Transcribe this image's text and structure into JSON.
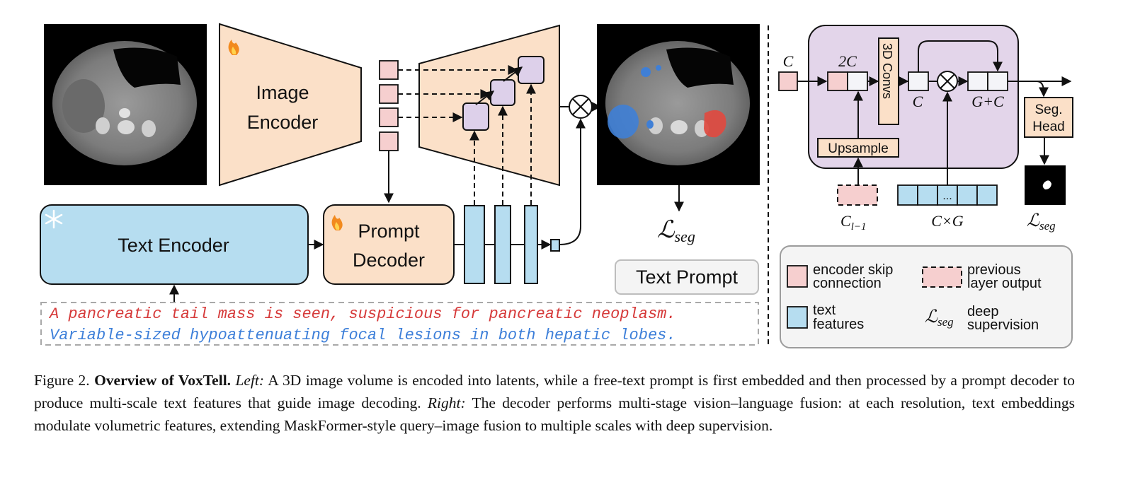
{
  "colors": {
    "encoder_fill": "#fbe0c8",
    "text_feature_fill": "#b6ddf0",
    "skip_fill": "#f6cfcf",
    "fusion_fill": "#e3d5ea",
    "decoder_block_fill": "#ddd0ea",
    "prompt_red": "#d63a3a",
    "prompt_blue": "#3d7fd9",
    "mask_blue": "#3f7fd6",
    "mask_red": "#e04a40"
  },
  "left": {
    "image_encoder_label": [
      "Image",
      "Encoder"
    ],
    "text_encoder_label": "Text Encoder",
    "prompt_decoder_label": [
      "Prompt",
      "Decoder"
    ],
    "loss_label": "ℒseg",
    "text_prompt_label": "Text Prompt",
    "prompt_lines": [
      "A pancreatic tail mass is seen, suspicious for pancreatic neoplasm.",
      "Variable-sized hypoattenuating focal lesions in both hepatic lobes."
    ],
    "icons": {
      "trainable": "fire-icon",
      "frozen": "snowflake-icon",
      "fusion": "multiply-icon"
    }
  },
  "right": {
    "c_label": "C",
    "two_c_label": "2C",
    "conv_label": "3D Convs",
    "c_after_conv": "C",
    "g_plus_c": "G+C",
    "upsample_label": "Upsample",
    "seg_head_label": [
      "Seg.",
      "Head"
    ],
    "c_prev_label": "Cl−1",
    "c_times_g": "C×G",
    "dots": "...",
    "loss_label": "ℒseg"
  },
  "legend": {
    "skip": [
      "encoder skip",
      "connection"
    ],
    "prev": [
      "previous",
      "layer output"
    ],
    "text": [
      "text",
      "features"
    ],
    "deep": [
      "deep",
      "supervision"
    ],
    "deep_symbol": "ℒseg"
  },
  "caption": {
    "fig_label": "Figure 2.",
    "title": "Overview of VoxTell.",
    "left_label": "Left:",
    "left_text": "A 3D image volume is encoded into latents, while a free-text prompt is first embedded and then processed by a prompt decoder to produce multi-scale text features that guide image decoding.",
    "right_label": "Right:",
    "right_text": "The decoder performs multi-stage vision–language fusion: at each resolution, text embeddings modulate volumetric features, extending MaskFormer-style query–image fusion to multiple scales with deep supervision."
  }
}
